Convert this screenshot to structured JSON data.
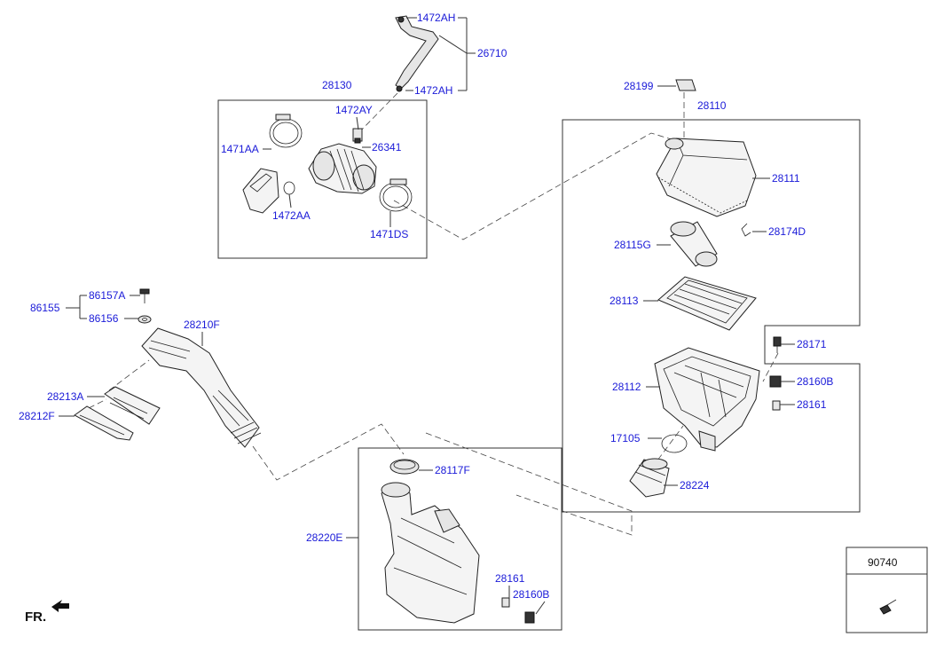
{
  "colors": {
    "label_text": "#1a1ad8",
    "line": "#333333",
    "background": "#ffffff"
  },
  "labels": {
    "l_1472AH_top": "1472AH",
    "l_26710": "26710",
    "l_1472AH_bottom": "1472AH",
    "l_28130": "28130",
    "l_1472AY": "1472AY",
    "l_1471AA": "1471AA",
    "l_26341": "26341",
    "l_1472AA": "1472AA",
    "l_1471DS": "1471DS",
    "l_28199": "28199",
    "l_28110": "28110",
    "l_28111": "28111",
    "l_28115G": "28115G",
    "l_28174D": "28174D",
    "l_28113": "28113",
    "l_28171": "28171",
    "l_28112": "28112",
    "l_28160B_right": "28160B",
    "l_28161_right": "28161",
    "l_17105": "17105",
    "l_28224": "28224",
    "l_86157A": "86157A",
    "l_86155": "86155",
    "l_86156": "86156",
    "l_28210F": "28210F",
    "l_28213A": "28213A",
    "l_28212F": "28212F",
    "l_28117F": "28117F",
    "l_28220E": "28220E",
    "l_28161_bottom": "28161",
    "l_28160B_bottom": "28160B",
    "l_90740": "90740"
  },
  "direction_marker": "FR.",
  "icons": {
    "direction_arrow": "arrow-down-left-icon"
  }
}
